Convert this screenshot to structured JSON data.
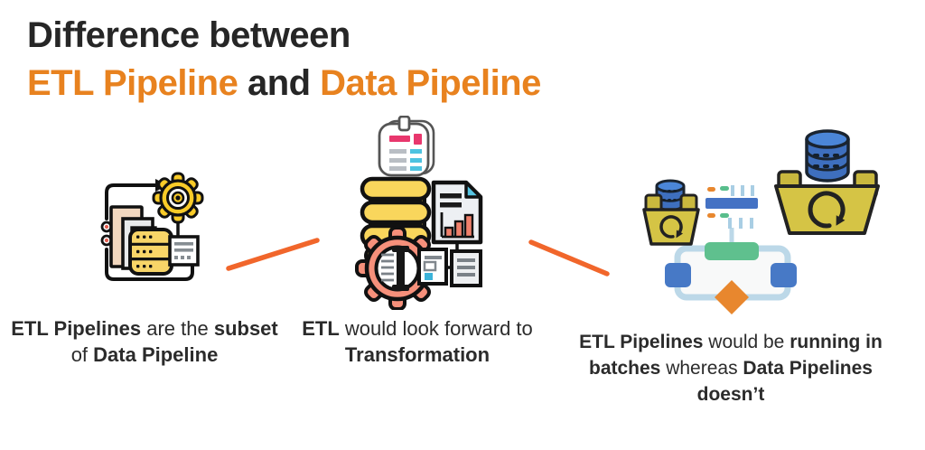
{
  "header": {
    "title_line1": "Difference between",
    "title_line2": [
      {
        "text": "ETL Pipeline",
        "style": "accent"
      },
      {
        "text": " and ",
        "style": "dark"
      },
      {
        "text": "Data Pipeline",
        "style": "accent"
      }
    ]
  },
  "colors": {
    "accent_orange": "#E8821F",
    "title_dark": "#262626",
    "caption_text": "#2B2B2B",
    "connector_orange": "#F1662B"
  },
  "figures": [
    {
      "icon": "etl-documents-gear-process-icon",
      "caption": [
        {
          "text": "ETL Pipelines",
          "bold": true
        },
        {
          "text": " are the ",
          "bold": false
        },
        {
          "text": "subset",
          "bold": true
        },
        {
          "text": " of ",
          "bold": false
        },
        {
          "text": "Data Pipeline",
          "bold": true
        }
      ]
    },
    {
      "icon": "etl-transformation-gear-database-icon",
      "caption": [
        {
          "text": "ETL",
          "bold": true
        },
        {
          "text": " would look forward to ",
          "bold": false
        },
        {
          "text": "Transformation",
          "bold": true
        }
      ]
    },
    {
      "icon": "data-pipeline-batch-folders-icon",
      "caption": [
        {
          "text": "ETL Pipelines",
          "bold": true
        },
        {
          "text": " would be ",
          "bold": false
        },
        {
          "text": "running in batches",
          "bold": true
        },
        {
          "text": " whereas ",
          "bold": false
        },
        {
          "text": "Data Pipelines doesn’t",
          "bold": true
        }
      ]
    }
  ]
}
